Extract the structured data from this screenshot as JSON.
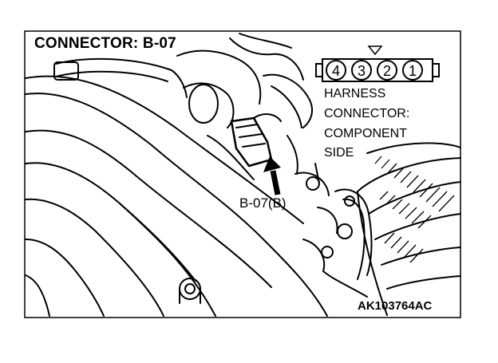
{
  "title": "CONNECTOR: B-07",
  "connector": {
    "pins": [
      "4",
      "3",
      "2",
      "1"
    ],
    "note_lines": [
      "HARNESS",
      "CONNECTOR:",
      "COMPONENT",
      "SIDE"
    ]
  },
  "callout_label": "B-07(B)",
  "figure_id": "AK103764AC",
  "colors": {
    "ink": "#000000",
    "paper": "#ffffff"
  }
}
